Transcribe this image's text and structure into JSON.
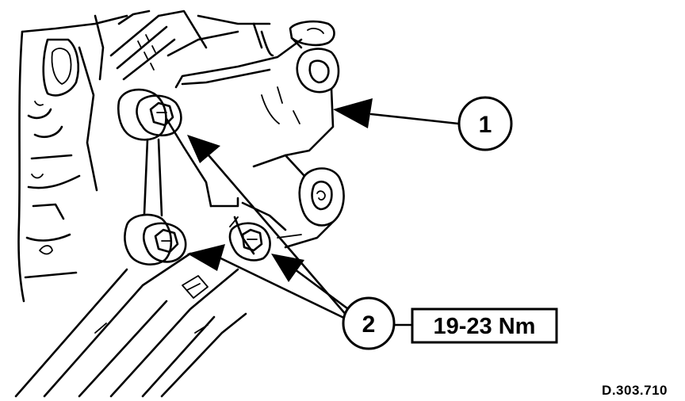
{
  "callouts": [
    {
      "number": "1"
    },
    {
      "number": "2"
    }
  ],
  "torque_spec": "19-23 Nm",
  "reference_code": "D.303.710"
}
